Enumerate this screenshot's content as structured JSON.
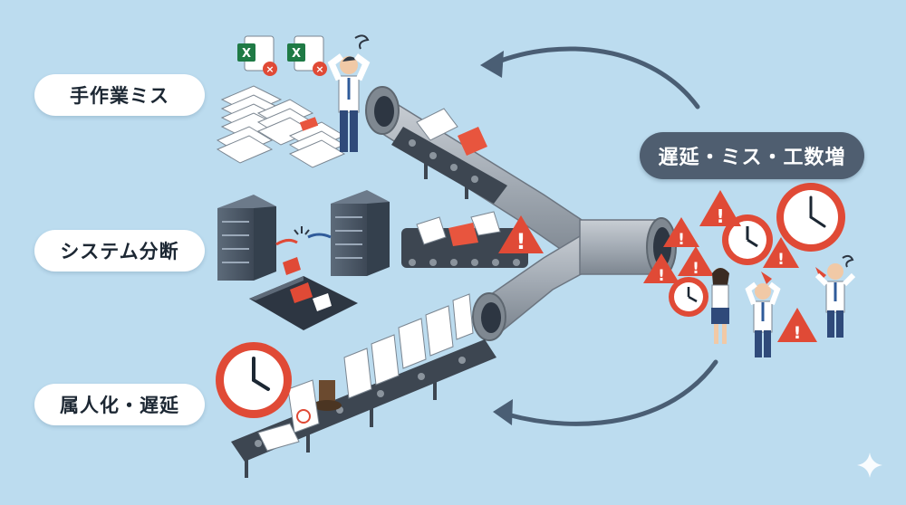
{
  "labels": {
    "manual_errors": "手作業ミス",
    "system_silos": "システム分断",
    "dependency_delay": "属人化・遅延",
    "outcome": "遅延・ミス・工数増"
  },
  "icons": {
    "excel": "X"
  },
  "colors": {
    "background": "#bcdcef",
    "pill": "#ffffff",
    "outcome_pill": "#4f5e70",
    "warning": "#e04a36",
    "arrow": "#4a5e74",
    "pipe": "#9aa3ad"
  }
}
